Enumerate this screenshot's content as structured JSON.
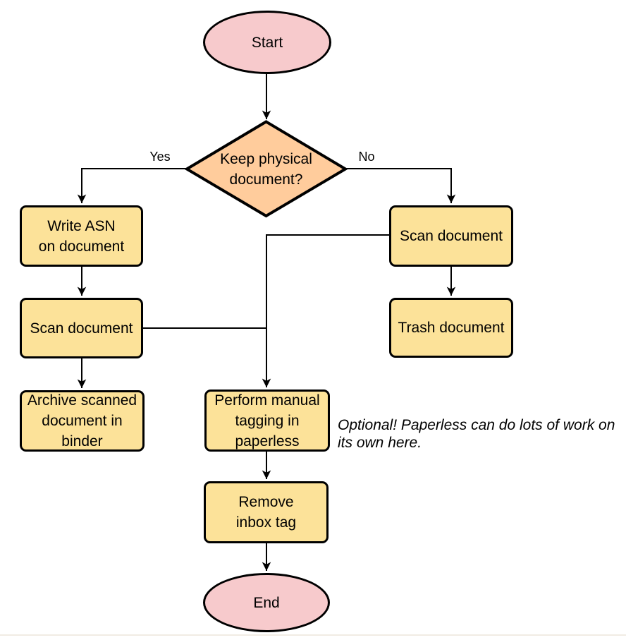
{
  "nodes": {
    "start": {
      "label": "Start",
      "shape": "terminal"
    },
    "decision": {
      "label": "Keep physical\ndocument?",
      "shape": "decision"
    },
    "write_asn": {
      "label": "Write ASN\non document",
      "shape": "process"
    },
    "scan_left": {
      "label": "Scan document",
      "shape": "process"
    },
    "archive": {
      "label": "Archive scanned\ndocument in\nbinder",
      "shape": "process"
    },
    "scan_right": {
      "label": "Scan document",
      "shape": "process"
    },
    "trash": {
      "label": "Trash document",
      "shape": "process"
    },
    "tagging": {
      "label": "Perform manual\ntagging in\npaperless",
      "shape": "process"
    },
    "remove_inbox": {
      "label": "Remove\ninbox tag",
      "shape": "process"
    },
    "end": {
      "label": "End",
      "shape": "terminal"
    }
  },
  "edge_labels": {
    "yes": "Yes",
    "no": "No"
  },
  "annotation": {
    "text": "Optional! Paperless can do lots of work on\nits own here."
  },
  "colors": {
    "terminal_fill": "#f7cacc",
    "decision_fill": "#ffcc9c",
    "process_fill": "#fce299",
    "stroke": "#000000",
    "background": "#ffffff"
  }
}
